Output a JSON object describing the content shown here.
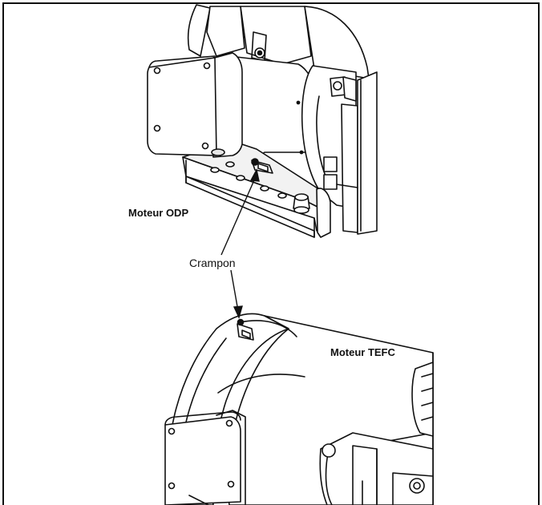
{
  "labels": {
    "odp_motor": "Moteur ODP",
    "clamp": "Crampon",
    "tefc_motor": "Moteur TEFC"
  },
  "colors": {
    "line": "#111111",
    "fill": "#ffffff",
    "shade": "#e6e6e6"
  }
}
